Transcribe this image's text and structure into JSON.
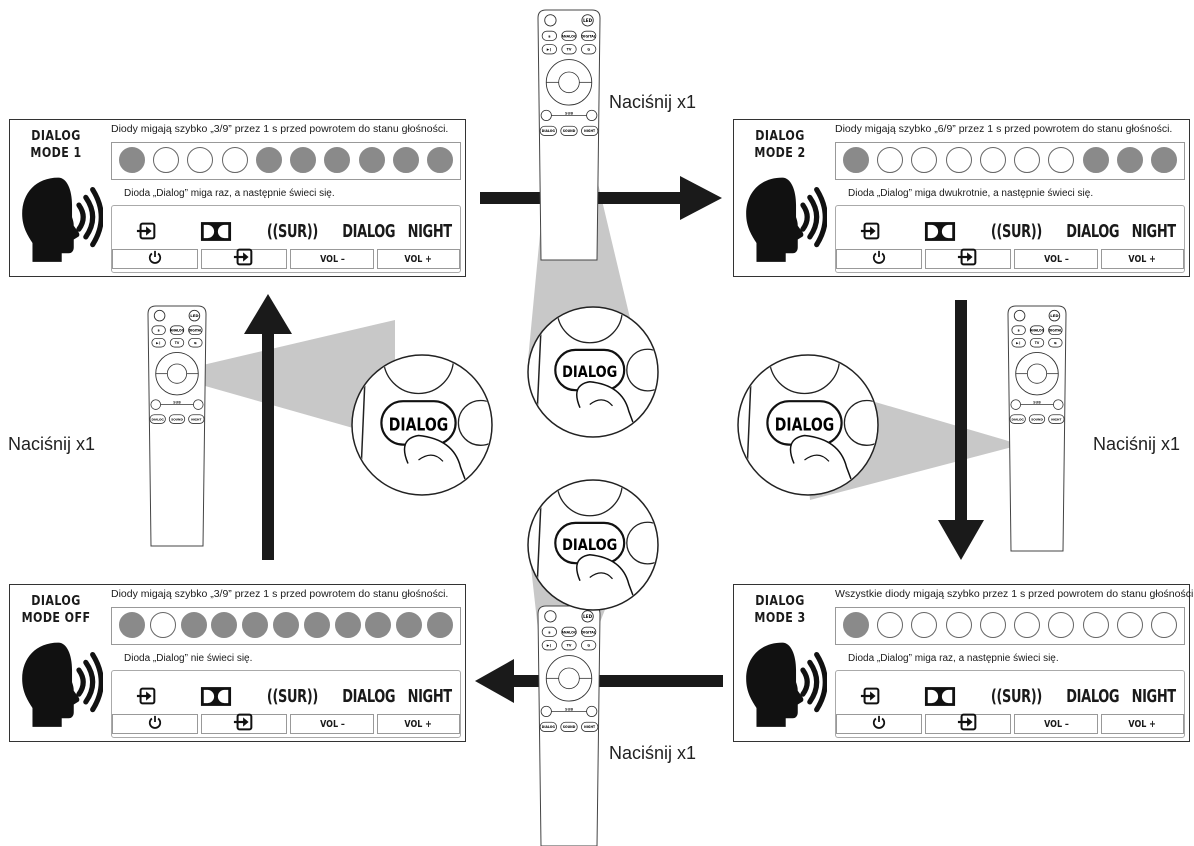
{
  "panels": [
    {
      "id": "mode1",
      "title": "DIALOG\nMODE 1",
      "led_caption": "Diody migają szybko „3/9” przez 1 s przed powrotem do stanu głośności.",
      "leds": [
        true,
        false,
        false,
        false,
        true,
        true,
        true,
        true,
        true,
        true
      ],
      "status": "Dioda „Dialog” miga raz, a następnie świeci się."
    },
    {
      "id": "mode2",
      "title": "DIALOG\nMODE 2",
      "led_caption": "Diody migają szybko „6/9” przez 1 s przed powrotem do stanu głośności.",
      "leds": [
        true,
        false,
        false,
        false,
        false,
        false,
        false,
        true,
        true,
        true
      ],
      "status": "Dioda „Dialog” miga dwukrotnie, a następnie świeci się."
    },
    {
      "id": "modeoff",
      "title": "DIALOG\nMODE OFF",
      "led_caption": "Diody migają szybko „3/9” przez 1 s przed powrotem do stanu głośności.",
      "leds": [
        true,
        false,
        true,
        true,
        true,
        true,
        true,
        true,
        true,
        true,
        true
      ],
      "status": "Dioda „Dialog” nie świeci się."
    },
    {
      "id": "mode3",
      "title": "DIALOG\nMODE 3",
      "led_caption": "Wszystkie diody migają szybko przez 1 s przed powrotem do stanu głośności.",
      "leds": [
        true,
        false,
        false,
        false,
        false,
        false,
        false,
        false,
        false,
        false
      ],
      "status": "Dioda „Dialog” miga raz, a następnie świeci się."
    }
  ],
  "indicators": {
    "surround": "((SUR))",
    "dialog": "DIALOG",
    "night": "NIGHT"
  },
  "buttons": {
    "vol_down": "VOL –",
    "vol_up": "VOL +"
  },
  "remote": {
    "led_label": "LED",
    "bt": "ʙ",
    "analog": "ANALOG",
    "digital": "DIGITAL",
    "tv": "TV",
    "sub": "SUB",
    "dialog": "DIALOG",
    "sound": "SOUND",
    "night": "NIGHT",
    "zoom_dialog": "DIALOG"
  },
  "press_labels": {
    "top": "Naciśnij x1",
    "left": "Naciśnij x1",
    "right": "Naciśnij x1",
    "bottom": "Naciśnij x1"
  },
  "colors": {
    "led_on": "#8a8a8a",
    "arrow": "#1a1a1a",
    "zoom_cone": "#c4c4c4"
  }
}
